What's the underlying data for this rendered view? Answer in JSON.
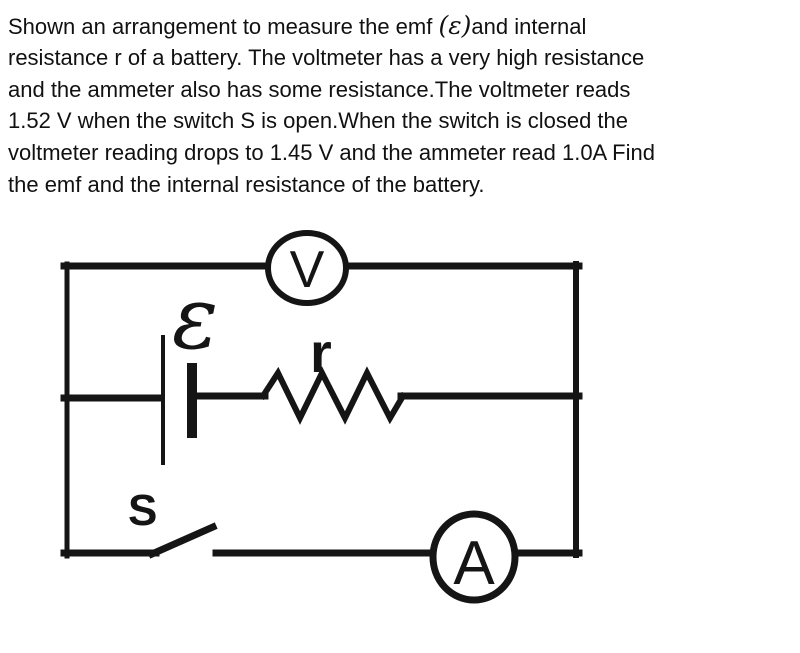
{
  "page": {
    "background": "#ffffff",
    "ink_color": "#151515"
  },
  "problem": {
    "lines": [
      {
        "pre": "Shown an arrangement to measure the emf ",
        "math": "(ε)",
        "post": "and internal"
      },
      "resistance r of a battery. The voltmeter has a very high resistance",
      "and the ammeter also has some resistance.The voltmeter reads",
      "1.52 V when the switch S is open.When the switch is closed the",
      "voltmeter reading drops to 1.45 V and the ammeter read 1.0A Find",
      "the emf and the internal resistance of the battery."
    ],
    "readings": {
      "voltmeter_switch_open": "1.52 V",
      "voltmeter_switch_closed": "1.45 V",
      "ammeter_switch_closed": "1.0A"
    }
  },
  "circuit": {
    "voltmeter_label": "V",
    "ammeter_label": "A",
    "emf_label": "ε",
    "internal_resistance_label": "r",
    "switch_label": "S"
  }
}
